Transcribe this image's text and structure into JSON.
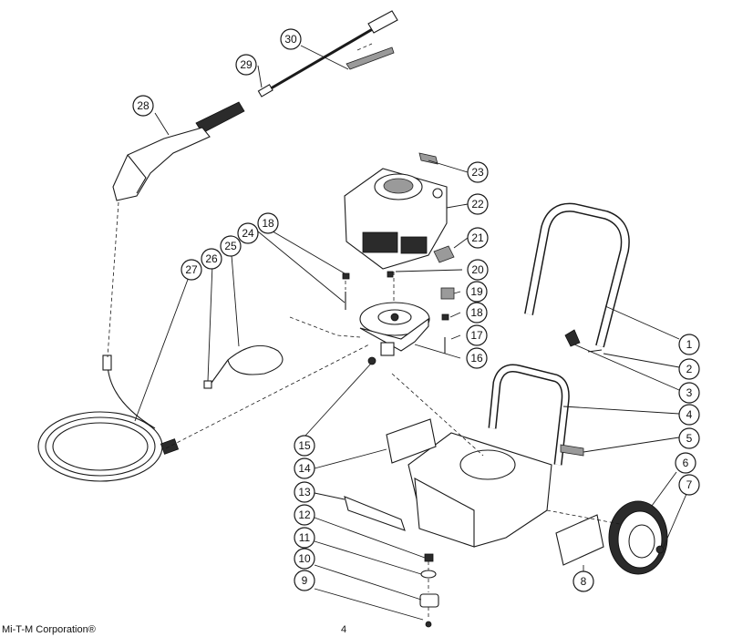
{
  "diagram": {
    "callouts": [
      "1",
      "2",
      "3",
      "4",
      "5",
      "6",
      "7",
      "8",
      "9",
      "10",
      "11",
      "12",
      "13",
      "14",
      "15",
      "16",
      "17",
      "18",
      "18",
      "19",
      "20",
      "21",
      "22",
      "23",
      "24",
      "25",
      "26",
      "27",
      "28",
      "29",
      "30"
    ]
  },
  "footer": {
    "copyright": "Mi-T-M Corporation®",
    "page_number": "4"
  }
}
